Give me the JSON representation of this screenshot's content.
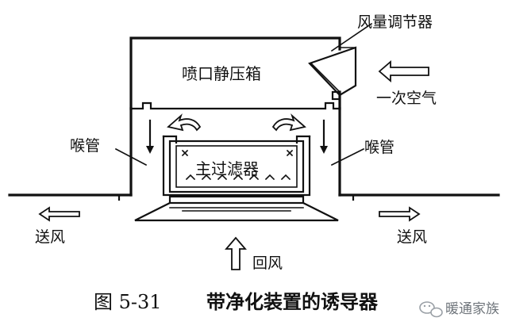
{
  "labels": {
    "air_volume_regulator": "风量调节器",
    "primary_air": "一次空气",
    "nozzle_plenum": "喷口静压箱",
    "throat_left": "喉管",
    "throat_right": "喉管",
    "main_filter": "主过滤器",
    "supply_air_left": "送风",
    "supply_air_right": "送风",
    "return_air": "回风"
  },
  "caption": {
    "figure_number": "图 5-31",
    "title": "带净化装置的诱导器"
  },
  "watermark": {
    "text": "暖通家族"
  },
  "colors": {
    "ink": "#111111",
    "background": "#ffffff",
    "watermark": "#9aa0a6"
  }
}
